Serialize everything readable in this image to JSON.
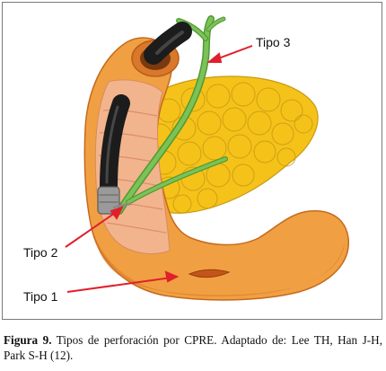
{
  "figure": {
    "labels": {
      "tipo3": "Tipo 3",
      "tipo2": "Tipo 2",
      "tipo1": "Tipo 1"
    },
    "caption": {
      "label": "Figura 9.",
      "text": " Tipos de perforación por CPRE. Adaptado de: Lee TH, Han J-H, Park S-H (12)."
    }
  },
  "colors": {
    "duodenum": "#f0a042",
    "duodenum_shadow": "#d9782a",
    "mucosa": "#f2b48c",
    "pancreas": "#f5c21a",
    "pancreas_outline": "#c89a10",
    "bile_duct": "#6bb247",
    "endoscope": "#1c1c1c",
    "arrow": "#e0202a"
  }
}
